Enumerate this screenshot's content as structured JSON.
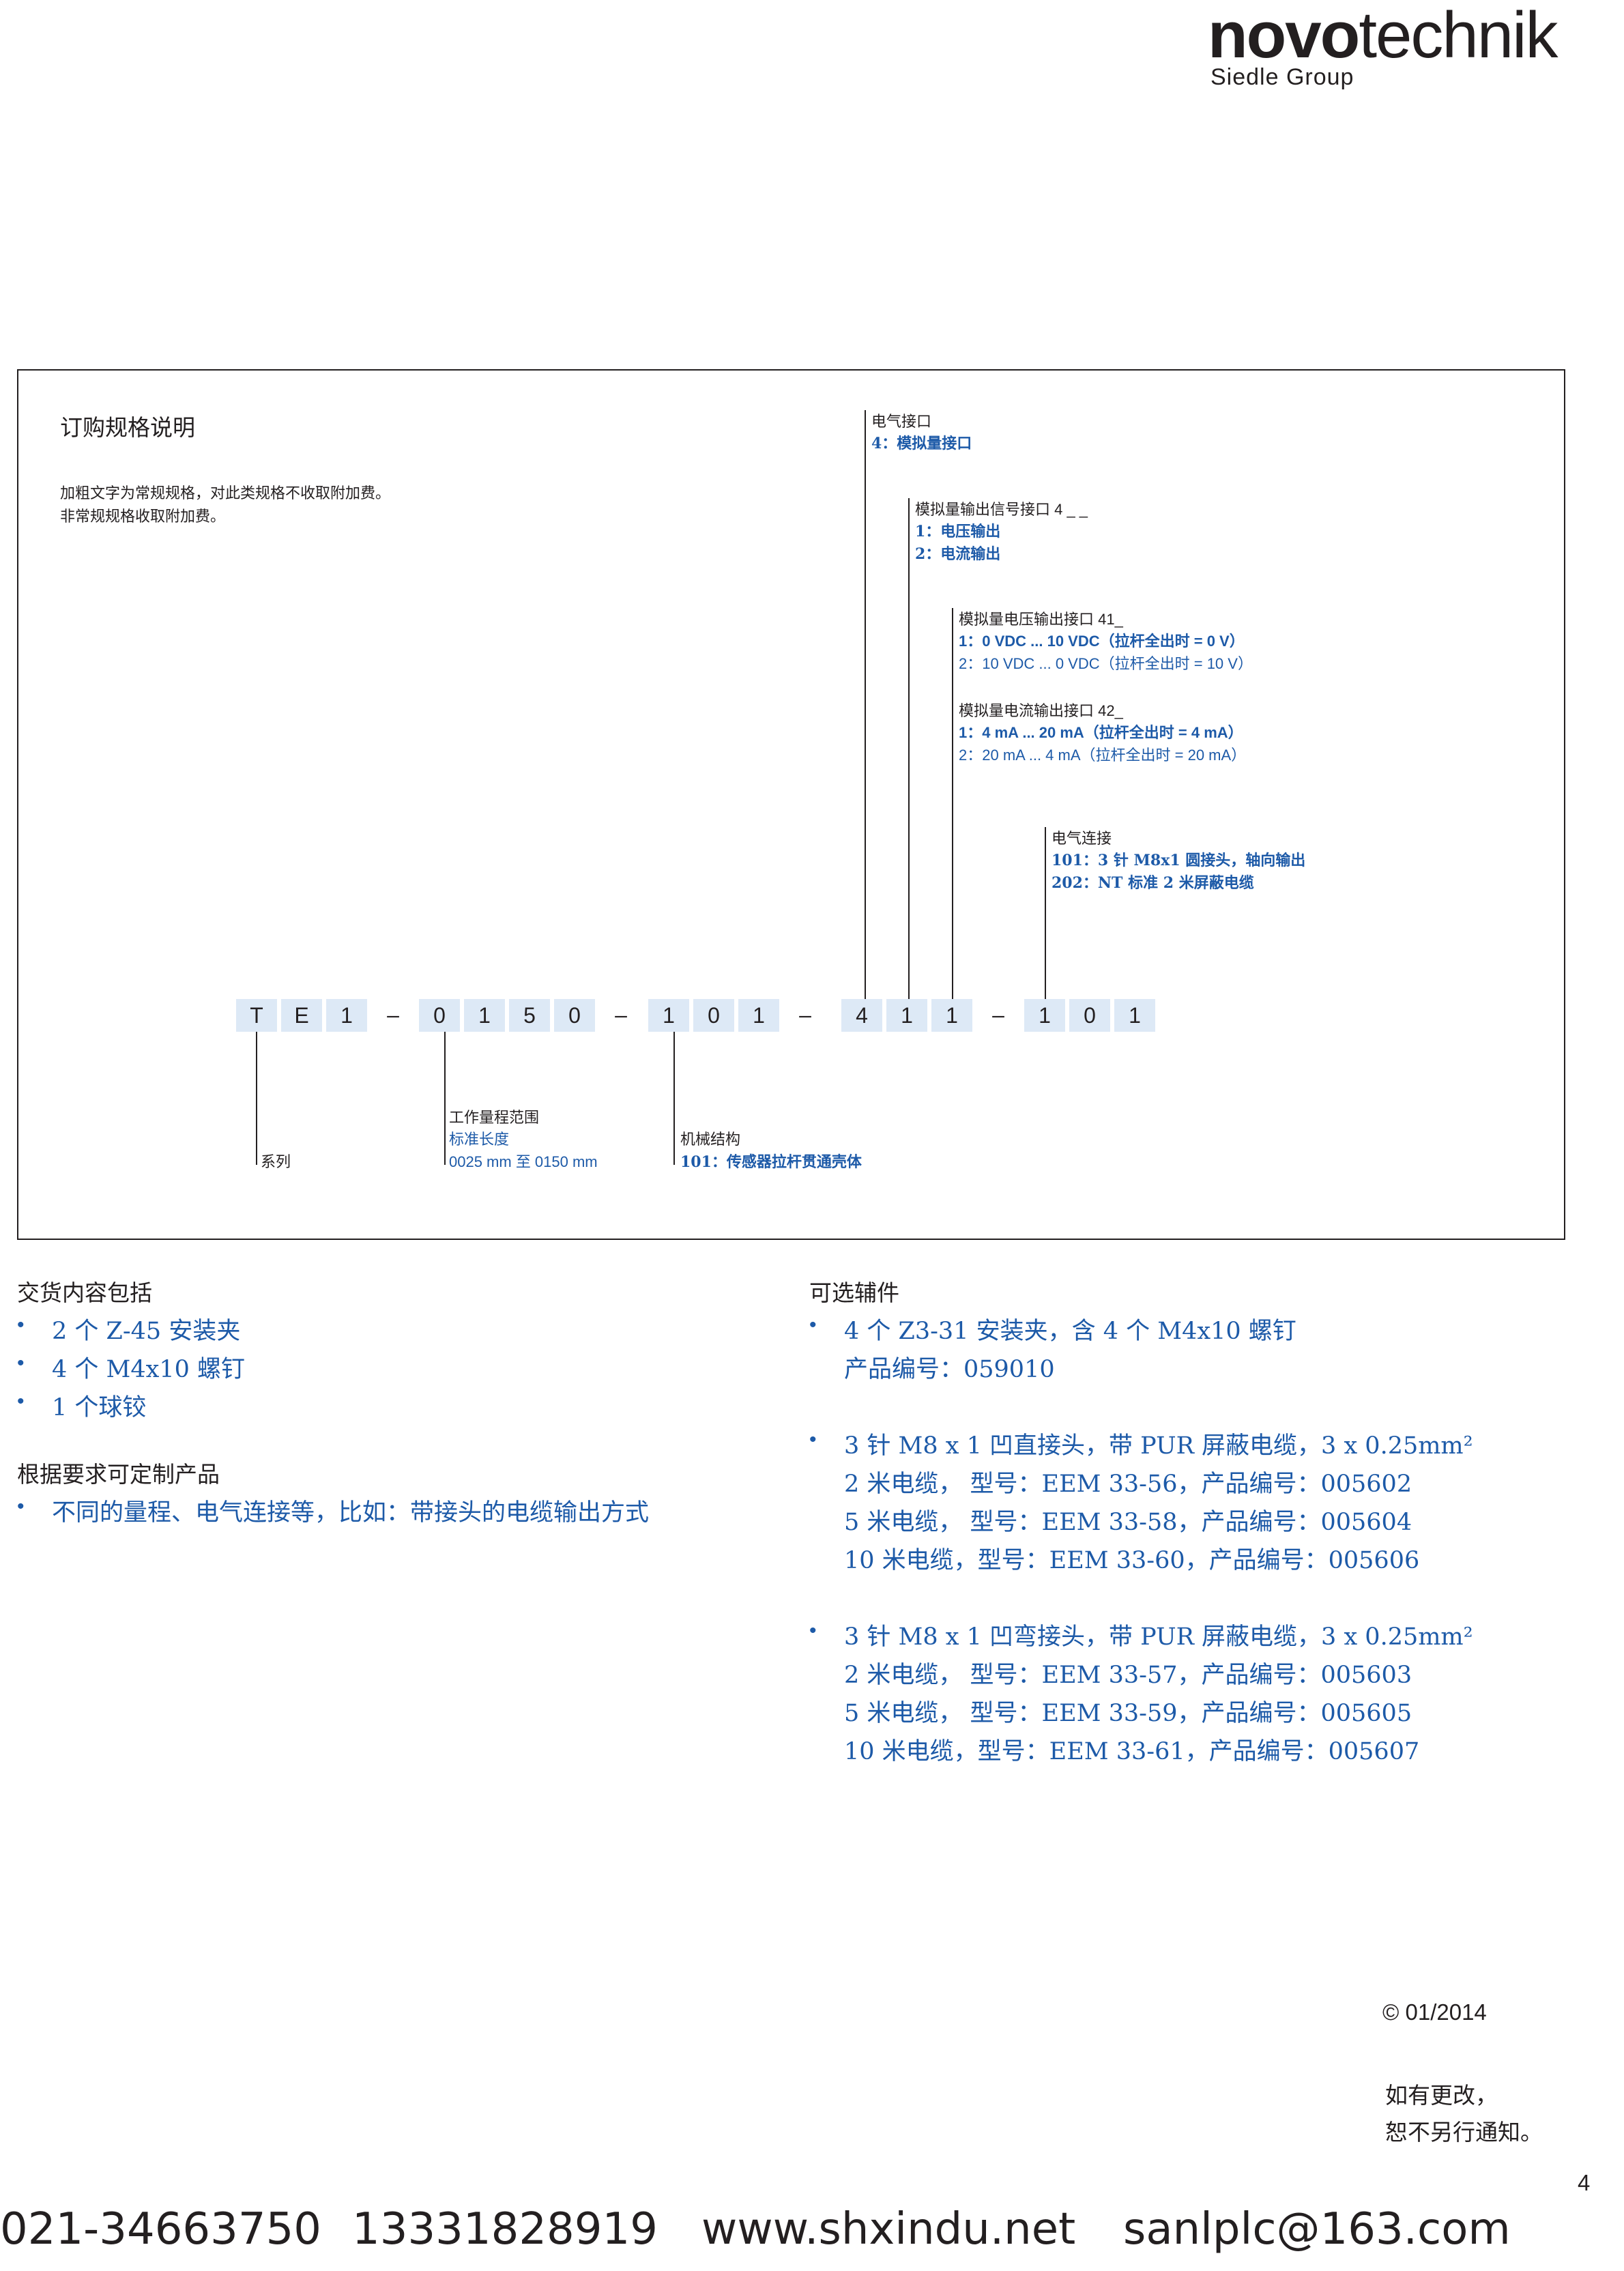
{
  "logo": {
    "part_bold": "novo",
    "part_light": "technik",
    "sub": "Siedle Group"
  },
  "order": {
    "title": "订购规格说明",
    "note_line1": "加粗文字为常规规格，对此类规格不收取附加费。",
    "note_line2": "非常规规格收取附加费。",
    "elec_interface": {
      "label": "电气接口",
      "opt1": "4：模拟量接口"
    },
    "analog_signal": {
      "label": "模拟量输出信号接口 4 _ _",
      "opt1": "1：电压输出",
      "opt2": "2：电流输出"
    },
    "voltage_out": {
      "label": "模拟量电压输出接口 41_",
      "opt1": "1：0 VDC ... 10 VDC（拉杆全出时 = 0 V）",
      "opt2": "2：10 VDC ... 0 VDC（拉杆全出时 = 10 V）"
    },
    "current_out": {
      "label": "模拟量电流输出接口 42_",
      "opt1": "1：4 mA ... 20 mA（拉杆全出时 = 4 mA）",
      "opt2": "2：20 mA ... 4 mA（拉杆全出时 = 20 mA）"
    },
    "elec_connection": {
      "label": "电气连接",
      "opt1": "101：3 针 M8x1 圆接头，轴向输出",
      "opt2": "202：NT 标准 2 米屏蔽电缆"
    },
    "code": [
      "T",
      "E",
      "1",
      "–",
      "0",
      "1",
      "5",
      "0",
      "–",
      "1",
      "0",
      "1",
      "–",
      "4",
      "1",
      "1",
      "–",
      "1",
      "0",
      "1"
    ],
    "series": {
      "label": "系列"
    },
    "range": {
      "label": "工作量程范围",
      "opt1": "标准长度",
      "opt2": "0025 mm 至 0150 mm"
    },
    "mech": {
      "label": "机械结构",
      "opt1": "101：传感器拉杆贯通壳体"
    }
  },
  "delivery": {
    "title": "交货内容包括",
    "items": [
      "2 个 Z-45 安装夹",
      "4 个 M4x10 螺钉",
      "1 个球铰"
    ]
  },
  "custom": {
    "title": "根据要求可定制产品",
    "items": [
      "不同的量程、电气连接等，比如：带接头的电缆输出方式"
    ]
  },
  "accessories": {
    "title": "可选辅件",
    "g1": {
      "l1": "4 个 Z3-31 安装夹，含 4 个 M4x10 螺钉",
      "l2": "产品编号：059010"
    },
    "g2": {
      "l1": "3 针 M8 x 1 凹直接头，带 PUR 屏蔽电缆，3 x 0.25mm²",
      "l2": "2 米电缆，  型号：EEM 33-56，产品编号：005602",
      "l3": "5 米电缆，  型号：EEM 33-58，产品编号：005604",
      "l4": "10 米电缆，型号：EEM 33-60，产品编号：005606"
    },
    "g3": {
      "l1": "3 针 M8 x 1 凹弯接头，带 PUR 屏蔽电缆，3 x 0.25mm²",
      "l2": "2 米电缆，  型号：EEM 33-57，产品编号：005603",
      "l3": "5 米电缆，  型号：EEM 33-59，产品编号：005605",
      "l4": "10 米电缆，型号：EEM 33-61，产品编号：005607"
    }
  },
  "copyright": "© 01/2014",
  "notice_l1": "如有更改，",
  "notice_l2": "恕不另行通知。",
  "page_number": "4",
  "footer": {
    "phone1": "021-34663750",
    "phone2": "13331828919",
    "web": "www.shxindu.net",
    "email": "sanlplc@163.com"
  },
  "colors": {
    "text": "#231f20",
    "blue": "#1d5aa8",
    "code_bg": "#dde9f6"
  }
}
